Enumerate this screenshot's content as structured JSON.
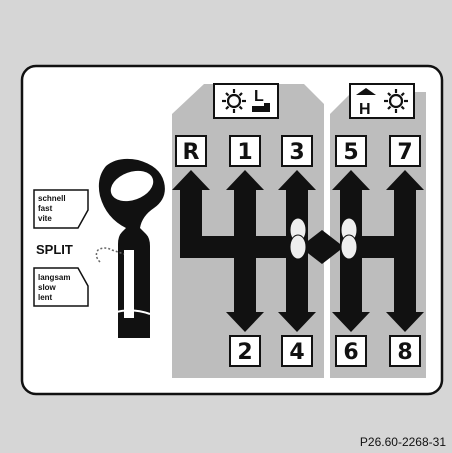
{
  "gear_labels": {
    "reverse": "R",
    "g1": "1",
    "g2": "2",
    "g3": "3",
    "g4": "4",
    "g5": "5",
    "g6": "6",
    "g7": "7",
    "g8": "8"
  },
  "range_low": "L",
  "range_high": "H",
  "split_label": "SPLIT",
  "fast_lines": [
    "schnell",
    "fast",
    "vite"
  ],
  "slow_lines": [
    "langsam",
    "slow",
    "lent"
  ],
  "figure_code": "P26.60-2268-31",
  "icons": {
    "low_range": [
      "sun-gear-icon",
      "truck-low-icon"
    ],
    "high_range": [
      "house-high-icon",
      "sun-gear-icon"
    ]
  },
  "colors": {
    "background": "#d6d6d6",
    "panel": "#ffffff",
    "gate_fill": "#bdbdbd",
    "arrow": "#111111"
  }
}
